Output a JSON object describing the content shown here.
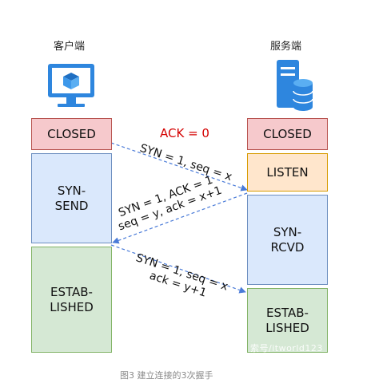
{
  "client": {
    "label": "客户端",
    "icon": "computer-cube-icon"
  },
  "server": {
    "label": "服务端",
    "icon": "server-database-icon"
  },
  "client_states": [
    "CLOSED",
    "SYN-\nSEND",
    "ESTAB-\nLISHED"
  ],
  "server_states": [
    "CLOSED",
    "LISTEN",
    "SYN-\nRCVD",
    "ESTAB-\nLISHED"
  ],
  "messages": {
    "ack_zero": "ACK = 0",
    "m1": "SYN = 1, seq = x",
    "m2_line1": "SYN = 1, ACK = 1",
    "m2_line2": "seq = y, ack = x+1",
    "m3_line1": "SYN = 1, seq = x",
    "m3_line2": "ack = y+1"
  },
  "watermark": "索号/itworld123",
  "caption": "图3 建立连接的3次握手",
  "colors": {
    "closed_fill": "#f6c9cc",
    "syn_fill": "#dae8fc",
    "established_fill": "#d5e8d4",
    "listen_fill": "#ffe6cc",
    "arrow": "#4a7bd8",
    "icon_blue": "#2e86de"
  }
}
